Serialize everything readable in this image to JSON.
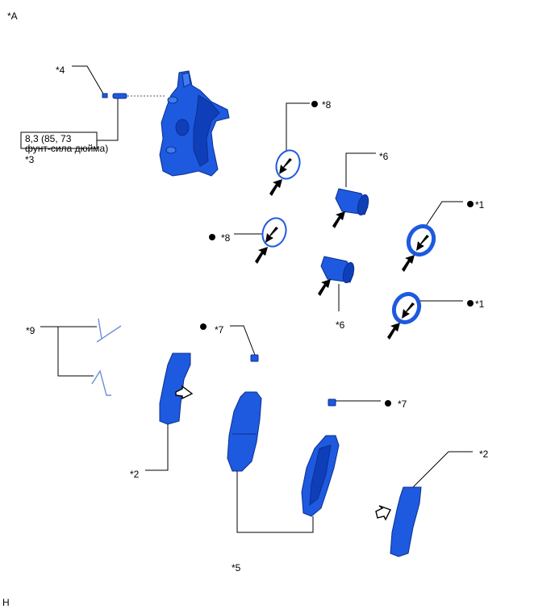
{
  "figure_id": "*A",
  "footer_mark": "H",
  "torque": {
    "line1": "8,3 (85, 73",
    "line2": "фунт-сила дюйма)"
  },
  "labels": {
    "l4": "*4",
    "l3": "*3",
    "l8a": "*8",
    "l8b": "*8",
    "l6a": "*6",
    "l6b": "*6",
    "l1a": "*1",
    "l1b": "*1",
    "l9": "*9",
    "l7a": "*7",
    "l7b": "*7",
    "l2a": "*2",
    "l2b": "*2",
    "l5": "*5"
  },
  "colors": {
    "part_blue": "#1e5adf",
    "part_outline": "#0b2f8f",
    "clip_blue": "#6c8fd6"
  }
}
